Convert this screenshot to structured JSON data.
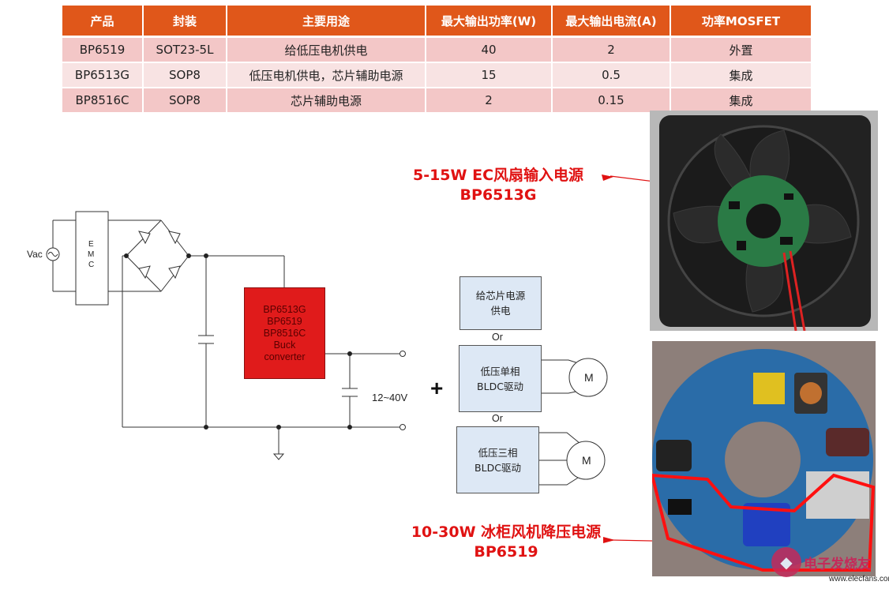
{
  "table": {
    "headers": [
      "产品",
      "封装",
      "主要用途",
      "最大输出功率(W)",
      "最大输出电流(A)",
      "功率MOSFET"
    ],
    "rows": [
      [
        "BP6519",
        "SOT23-5L",
        "给低压电机供电",
        "40",
        "2",
        "外置"
      ],
      [
        "BP6513G",
        "SOP8",
        "低压电机供电，芯片辅助电源",
        "15",
        "0.5",
        "集成"
      ],
      [
        "BP8516C",
        "SOP8",
        "芯片辅助电源",
        "2",
        "0.15",
        "集成"
      ]
    ]
  },
  "schematic": {
    "vac_label": "Vac",
    "emc_letters": [
      "E",
      "M",
      "C"
    ],
    "buck_lines": [
      "BP6513G",
      "BP6519",
      "BP8516C",
      "Buck",
      "converter"
    ],
    "output_voltage": "12~40V",
    "plus_sign": "+",
    "chip_supply_lines": [
      "给芯片电源",
      "供电"
    ],
    "or_1": "Or",
    "single_phase_lines": [
      "低压单相",
      "BLDC驱动"
    ],
    "or_2": "Or",
    "three_phase_lines": [
      "低压三相",
      "BLDC驱动"
    ],
    "motor_label_1": "M",
    "motor_label_2": "M"
  },
  "callouts": {
    "fan_title": "5-15W EC风扇输入电源",
    "fan_part": "BP6513G",
    "fridge_title": "10-30W 冰柜风机降压电源",
    "fridge_part": "BP6519"
  },
  "watermark": {
    "logo_text": "电子发烧友",
    "site": "www.elecfans.com"
  },
  "colors": {
    "header_orange": "#e0571a",
    "row_pink": "#f3c7c7",
    "row_light": "#f8e3e3",
    "buck_red": "#e01b1b",
    "callout_red": "#e01212",
    "box_blue": "#dde8f5"
  }
}
